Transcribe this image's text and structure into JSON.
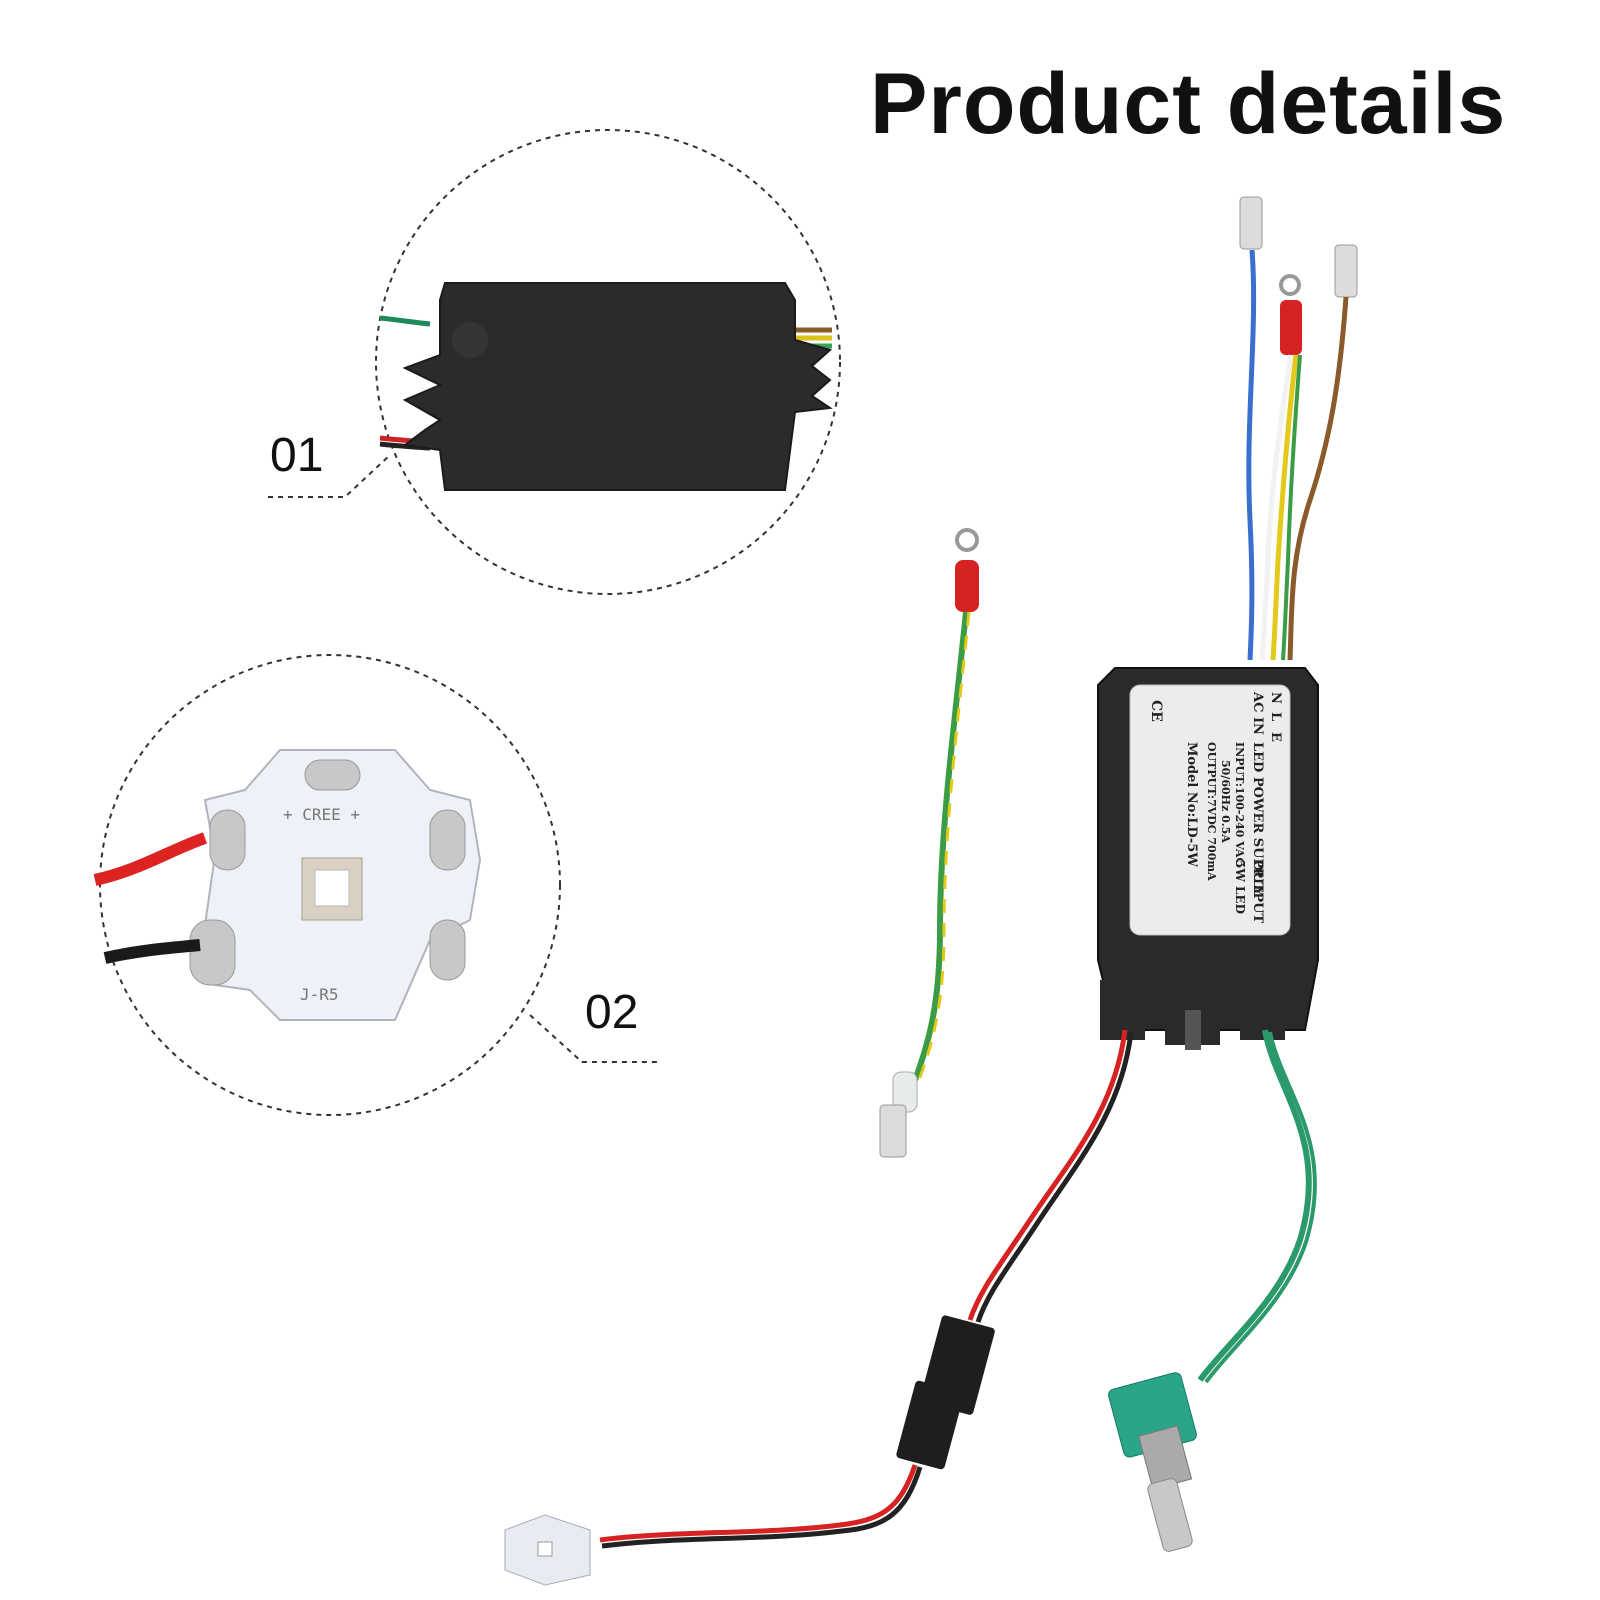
{
  "title": "Product details",
  "callouts": [
    {
      "number": "01"
    },
    {
      "number": "02"
    }
  ],
  "led_board": {
    "brand_mark": "+ CREE +",
    "model_mark": "J-R5"
  },
  "driver_label": {
    "terminals": [
      "N",
      "L",
      "E"
    ],
    "ac_in": "AC IN",
    "title": "LED POWER SUPPLY",
    "input": "INPUT:100-240 VAC",
    "freq": "50/60Hz 0.5A",
    "output_spec": "OUTPUT:7VDC 700mA",
    "model": "Model No:LD-5W",
    "output": "OUTPUT",
    "load": "5W LED",
    "ce": "CE"
  }
}
